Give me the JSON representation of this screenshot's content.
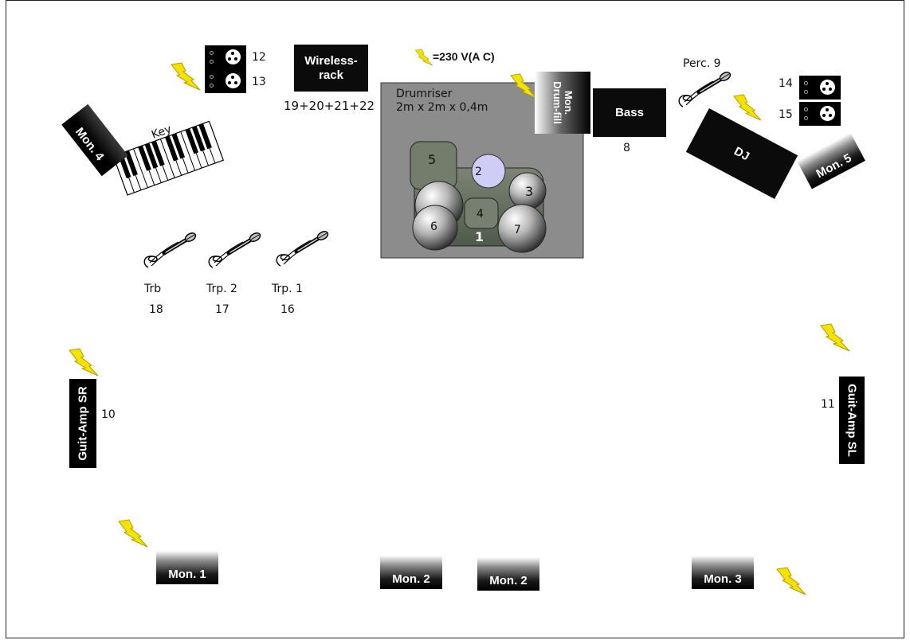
{
  "legend": {
    "power": "=230  V(A C)"
  },
  "wireless_rack": {
    "label": "Wireless-\nrack",
    "channels": "19+20+21+22"
  },
  "drumriser": {
    "title": "Drumriser",
    "size": "2m x 2m x 0,4m"
  },
  "drums": [
    "1",
    "2",
    "3",
    "4",
    "5",
    "6",
    "7"
  ],
  "mon_drumfill": "Mon. Drum-fill",
  "bass": {
    "label": "Bass",
    "channel": "8"
  },
  "perc": {
    "label": "Perc.  9"
  },
  "dj": "DJ",
  "monitors": {
    "mon1": "Mon. 1",
    "mon2a": "Mon. 2",
    "mon2b": "Mon. 2",
    "mon3": "Mon. 3",
    "mon4": "Mon. 4",
    "mon5": "Mon. 5"
  },
  "key": "Key",
  "di_boxes": [
    "12",
    "13",
    "14",
    "15"
  ],
  "horns": [
    {
      "name": "Trb",
      "channel": "18"
    },
    {
      "name": "Trp. 2",
      "channel": "17"
    },
    {
      "name": "Trp. 1",
      "channel": "16"
    }
  ],
  "guitar_sr": {
    "label": "Guit-Amp SR",
    "channel": "10"
  },
  "guitar_sl": {
    "label": "Guit-Amp SL",
    "channel": "11"
  },
  "colors": {
    "lightning": "#f4e300",
    "drum_head_2": "#cfcdf5",
    "drumriser": "#8c8c8c"
  }
}
